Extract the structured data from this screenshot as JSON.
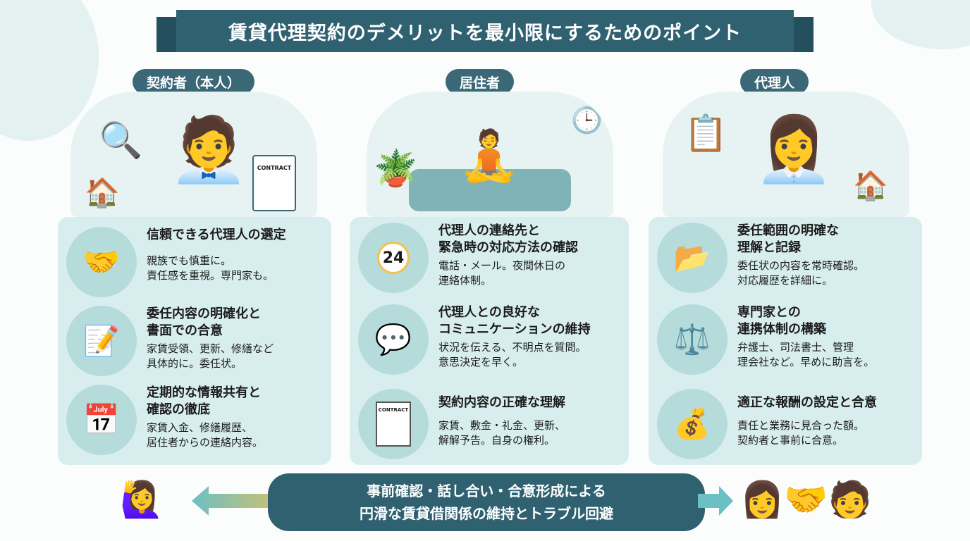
{
  "title": "賃貸代理契約のデメリットを最小限にするためのポイント",
  "columns": [
    {
      "header": "契約者（本人）",
      "illustration_label": "CONTRACT",
      "items": [
        {
          "icon": "handshake-icon",
          "heading": "信頼できる代理人の選定",
          "body": "親族でも慎重に。\n責任感を重視。専門家も。"
        },
        {
          "icon": "document-pen-icon",
          "heading": "委任内容の明確化と\n書面での合意",
          "body": "家賃受領、更新、修繕など\n具体的に。委任状。"
        },
        {
          "icon": "calendar-icon",
          "heading": "定期的な情報共有と\n確認の徹底",
          "body": "家賃入金、修繕履歴、\n居住者からの連絡内容。"
        }
      ]
    },
    {
      "header": "居住者",
      "items": [
        {
          "icon": "phone-24-icon",
          "icon_text": "24",
          "heading": "代理人の連絡先と\n緊急時の対応方法の確認",
          "body": "電話・メール。夜間休日の\n連絡体制。"
        },
        {
          "icon": "chat-bubbles-icon",
          "heading": "代理人との良好な\nコミュニケーションの維持",
          "body": "状況を伝える、不明点を質問。\n意思決定を早く。"
        },
        {
          "icon": "contract-sign-icon",
          "icon_text": "CONTRACT",
          "heading": "契約内容の正確な理解",
          "body": "家賃、敷金・礼金、更新、\n解解予告。自身の権利。"
        }
      ]
    },
    {
      "header": "代理人",
      "items": [
        {
          "icon": "folder-check-icon",
          "heading": "委任範囲の明確な\n理解と記録",
          "body": "委任状の内容を常時確認。\n対応履歴を詳細に。"
        },
        {
          "icon": "scales-icon",
          "heading": "専門家との\n連携体制の構築",
          "body": "弁護士、司法書士、管理\n理会社など。早めに助言を。"
        },
        {
          "icon": "money-bag-icon",
          "heading": "適正な報酬の設定と合意",
          "body": "責任と業務に見合った額。\n契約者と事前に合意。"
        }
      ]
    }
  ],
  "bottom": {
    "line1": "事前確認・話し合い・合意形成による",
    "line2": "円滑な賃貸借関係の維持とトラブル回避"
  },
  "colors": {
    "banner": "#2f6171",
    "card": "#d8eeee",
    "icon_bg": "#b6dbdb",
    "accent_yellow": "#f2c14e"
  }
}
